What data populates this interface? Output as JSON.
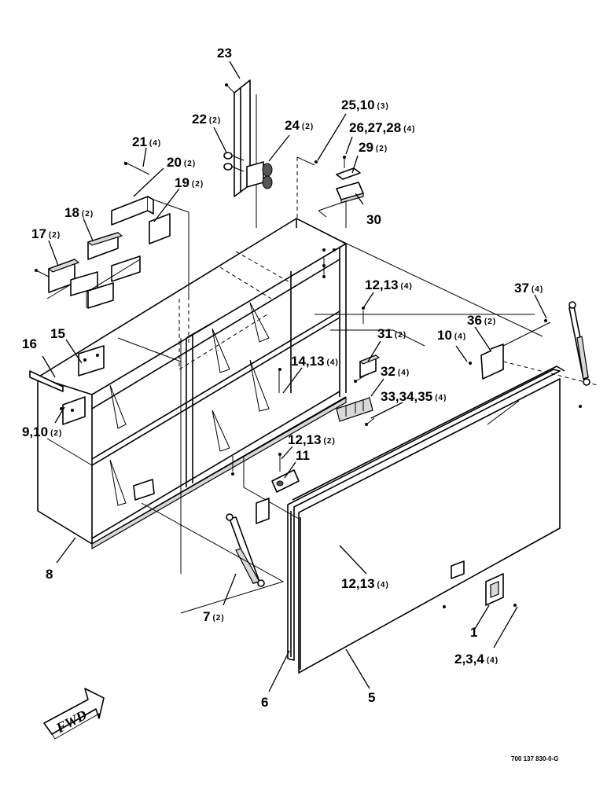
{
  "callouts": [
    {
      "id": "c23",
      "num": "23",
      "qty": ""
    },
    {
      "id": "c22",
      "num": "22",
      "qty": "(2)"
    },
    {
      "id": "c24",
      "num": "24",
      "qty": "(2)"
    },
    {
      "id": "c25",
      "num": "25,10",
      "qty": "(3)"
    },
    {
      "id": "c26",
      "num": "26,27,28",
      "qty": "(4)"
    },
    {
      "id": "c29",
      "num": "29",
      "qty": "(2)"
    },
    {
      "id": "c21",
      "num": "21",
      "qty": "(4)"
    },
    {
      "id": "c20",
      "num": "20",
      "qty": "(2)"
    },
    {
      "id": "c19",
      "num": "19",
      "qty": "(2)"
    },
    {
      "id": "c18",
      "num": "18",
      "qty": "(2)"
    },
    {
      "id": "c17",
      "num": "17",
      "qty": "(2)"
    },
    {
      "id": "c30",
      "num": "30",
      "qty": ""
    },
    {
      "id": "c12a",
      "num": "12,13",
      "qty": "(4)"
    },
    {
      "id": "c37",
      "num": "37",
      "qty": "(4)"
    },
    {
      "id": "c15",
      "num": "15",
      "qty": ""
    },
    {
      "id": "c16",
      "num": "16",
      "qty": ""
    },
    {
      "id": "c36",
      "num": "36",
      "qty": "(2)"
    },
    {
      "id": "c10",
      "num": "10",
      "qty": "(4)"
    },
    {
      "id": "c31",
      "num": "31",
      "qty": "(2)"
    },
    {
      "id": "c14",
      "num": "14,13",
      "qty": "(4)"
    },
    {
      "id": "c32",
      "num": "32",
      "qty": "(4)"
    },
    {
      "id": "c33",
      "num": "33,34,35",
      "qty": "(4)"
    },
    {
      "id": "c9",
      "num": "9,10",
      "qty": "(2)"
    },
    {
      "id": "c12b",
      "num": "12,13",
      "qty": "(2)"
    },
    {
      "id": "c11",
      "num": "11",
      "qty": ""
    },
    {
      "id": "c8",
      "num": "8",
      "qty": ""
    },
    {
      "id": "c12c",
      "num": "12,13",
      "qty": "(4)"
    },
    {
      "id": "c7",
      "num": "7",
      "qty": "(2)"
    },
    {
      "id": "c1",
      "num": "1",
      "qty": ""
    },
    {
      "id": "c2",
      "num": "2,3,4",
      "qty": "(4)"
    },
    {
      "id": "c6",
      "num": "6",
      "qty": ""
    },
    {
      "id": "c5",
      "num": "5",
      "qty": ""
    }
  ],
  "fwd_label": "FWD",
  "drawing_number": "700 137 830-0-G"
}
